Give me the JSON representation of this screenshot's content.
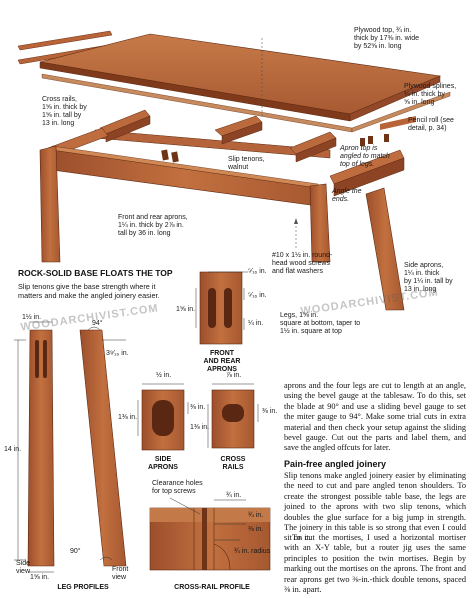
{
  "colors": {
    "wood": "#b5643a",
    "wood_dark": "#8a4426",
    "wood_light": "#d98c5c",
    "line": "#333333"
  },
  "exploded": {
    "labels": {
      "plywood_top": "Plywood top, ¾ in.\nthick by 17⅜ in. wide\nby 52⅝ in. long",
      "plywood_splines": "Plywood splines,\n¼ in. thick by\n⅝ in. long",
      "pencil_roll": "Pencil roll (see\ndetail, p. 34)",
      "apron_top": "Apron top is\nangled to match\ntop of legs.",
      "cross_rails": "Cross rails,\n1⅝ in. thick by\n1⅝ in. tall by\n13 in. long",
      "slip_tenons": "Slip tenons,\nwalnut",
      "angle_ends": "Angle the\nends.",
      "side_aprons": "Side aprons,\n1¼ in. thick\nby 1¼ in. tall by\n13 in. long",
      "front_rear_aprons": "Front and rear aprons,\n1¼ in. thick by 2⅞ in.\ntall by 36 in. long",
      "screws": "#10 x 1½ in. round-\nhead wood screws\nand flat washers",
      "legs": "Legs, 1⅝ in.\nsquare at bottom, taper to\n1½ in. square at top"
    }
  },
  "section": {
    "title": "ROCK-SOLID BASE FLOATS THE TOP",
    "subtitle": "Slip tenons give the base strength where it\nmatters and make the angled joinery easier."
  },
  "watermark": {
    "text1": "WOODARCHIVIST.COM",
    "text2": "WOODARCHIVIST.COM"
  },
  "leg_profiles": {
    "caption": "LEG PROFILES",
    "dims": {
      "top_width": "1½ in.",
      "angle_top": "94°",
      "right_width": "3⁹⁄₁₆ in.",
      "height": "14 in.",
      "bottom_width": "1⅝ in.",
      "angle_bottom": "90°"
    },
    "views": {
      "side": "Side\nview",
      "front": "Front\nview"
    }
  },
  "front_rear_apron_detail": {
    "caption": "FRONT\nAND REAR\nAPRONS",
    "dims": {
      "d1": "⁵⁄₁₆ in.",
      "d2": "⁵⁄₁₆ in.",
      "d3": "1⅝ in.",
      "d4": "¼ in."
    }
  },
  "side_apron_detail": {
    "caption": "SIDE\nAPRONS",
    "dims": {
      "d1": "½ in.",
      "d2": "⅜ in.",
      "d3": "1⅜ in."
    }
  },
  "cross_rail_detail": {
    "caption": "CROSS\nRAILS",
    "dims": {
      "d1": "⅞ in.",
      "d2": "⅜ in.",
      "d3": "1⅜ in."
    }
  },
  "cross_rail_profile": {
    "caption": "CROSS-RAIL PROFILE",
    "note": "Clearance holes\nfor top screws",
    "dims": {
      "d1": "¾ in.",
      "d2": "¾ in.",
      "d3": "⅜ in.",
      "radius": "¾ in. radius"
    }
  },
  "article": {
    "para1": "aprons and the four legs are cut to length at an angle, using the bevel gauge at the tablesaw. To do this, set the blade at 90° and use a sliding bevel gauge to set the miter gauge to 94°. Make some trial cuts in extra material and then check your setup against the sliding bevel gauge. Cut out the parts and label them, and save the angled offcuts for later.",
    "heading": "Pain-free angled joinery",
    "para2": "Slip tenons make angled joinery easier by eliminating the need to cut and pare angled tenon shoulders. To create the strongest possible table base, the legs are joined to the aprons with two slip tenons, which doubles the glue surface for a big jump in strength. The joinery in this table is so strong that even I could sit on it.",
    "para3": "To cut the mortises, I used a horizontal mortiser with an X-Y table, but a router jig uses the same principles to position the twin mortises. Begin by marking out the mortises on the aprons. The front and rear aprons get two ⅜-in.-thick double tenons, spaced ⅜ in. apart."
  }
}
